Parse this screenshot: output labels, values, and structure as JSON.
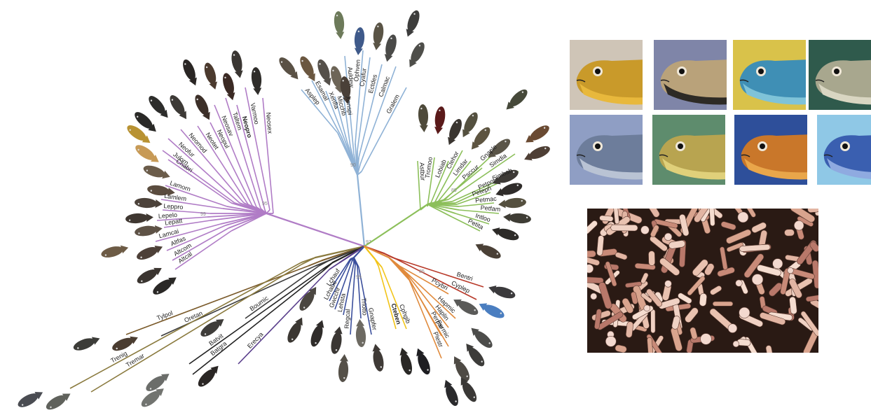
{
  "tree": {
    "taxa": [
      "Auldew",
      "Ophven",
      "Cyafur",
      "Ectdes",
      "Calmac",
      "Gralem",
      "Asplep",
      "Esamal",
      "Xenfla",
      "Micchb",
      "Xenspi",
      "Varmoo",
      "Neosex",
      "Neopro",
      "Taltem",
      "Neosav",
      "Neopul",
      "Neotet",
      "Neomod",
      "Neofur",
      "Julorn",
      "Chabri",
      "Lamorn",
      "Lamlem",
      "Leppro",
      "Lepelo",
      "Lepatt",
      "Lamcai",
      "Altfas",
      "Altcom",
      "Altcal",
      "Astbur",
      "Tromoo",
      "Lobiab",
      "Ctehor",
      "Limdar",
      "Psccur",
      "Gnaple",
      "Simdia",
      "Simbab",
      "Petpol",
      "Peteph",
      "Petmac",
      "Petfam",
      "Intloo",
      "Petita",
      "Tylpol",
      "Oretan",
      "Boumic",
      "Trenig",
      "Tremar",
      "Batvit",
      "Batgra",
      "Erecya",
      "Lchauf",
      "Lchabe",
      "Gwcchr",
      "Lehsta",
      "Regcal",
      "Triotto",
      "Gnapfer",
      "Cteben",
      "Cphgib",
      "Bentri",
      "Cyplep",
      "Pcybri",
      "Hapmic",
      "Haplin",
      "Perpar",
      "Permic",
      "Plestr"
    ],
    "bootstrap": [
      "90",
      "99",
      "97",
      "95",
      "99",
      "89",
      "85"
    ],
    "bold_taxa": [
      "Neopro",
      "Cteben"
    ]
  },
  "colors": {
    "lamprologini": "#b07cc6",
    "ectodini": "#8fb2d6",
    "tropheini": "#8cbf5a",
    "cyphotilapiini": "#f2c418",
    "haplochromini": "#e08a3c",
    "bathybatini": "#222222",
    "trematocarini": "#8a7a3e",
    "tylochromini": "#7a5a2a",
    "boulengerochromini": "#3c3c3c",
    "eretmodini": "#5a3f8c",
    "limnochromini": "#3b4f9c",
    "benthochromini": "#b83a2a"
  },
  "portraits": [
    {
      "background": "#cfc5b7",
      "body": "#c99a2a",
      "belly": "#e8b83c"
    },
    {
      "background": "#7f85a8",
      "body": "#b9a27a",
      "belly": "#2d2a25"
    },
    {
      "background": "#d9c24a",
      "body": "#3f8fb5",
      "belly": "#7fc3d8"
    },
    {
      "background": "#2f5a4c",
      "body": "#a8a78e",
      "belly": "#d9d6c2"
    },
    {
      "background": "#8f9ec4",
      "body": "#6d7d9b",
      "belly": "#b9c3d4"
    },
    {
      "background": "#5e8c6d",
      "body": "#b8a450",
      "belly": "#e0d07a"
    },
    {
      "background": "#2e4f9a",
      "body": "#c9772a",
      "belly": "#e9a64a"
    },
    {
      "background": "#8fc8e6",
      "body": "#3a5fb0",
      "belly": "#8faae0"
    }
  ]
}
